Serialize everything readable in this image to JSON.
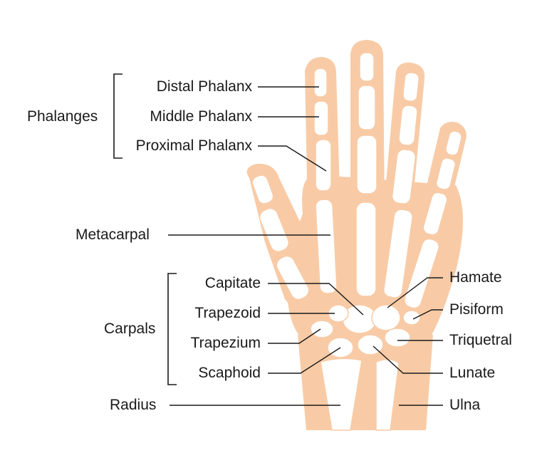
{
  "groups": {
    "phalanges": "Phalanges",
    "carpals": "Carpals"
  },
  "labels": {
    "distal_phalanx": "Distal Phalanx",
    "middle_phalanx": "Middle Phalanx",
    "proximal_phalanx": "Proximal Phalanx",
    "metacarpal": "Metacarpal",
    "capitate": "Capitate",
    "trapezoid": "Trapezoid",
    "trapezium": "Trapezium",
    "scaphoid": "Scaphoid",
    "radius": "Radius",
    "hamate": "Hamate",
    "pisiform": "Pisiform",
    "triquetral": "Triquetral",
    "lunate": "Lunate",
    "ulna": "Ulna"
  },
  "colors": {
    "skin": "#f8cba6",
    "bone": "#ffffff",
    "text": "#1a1a1a"
  }
}
